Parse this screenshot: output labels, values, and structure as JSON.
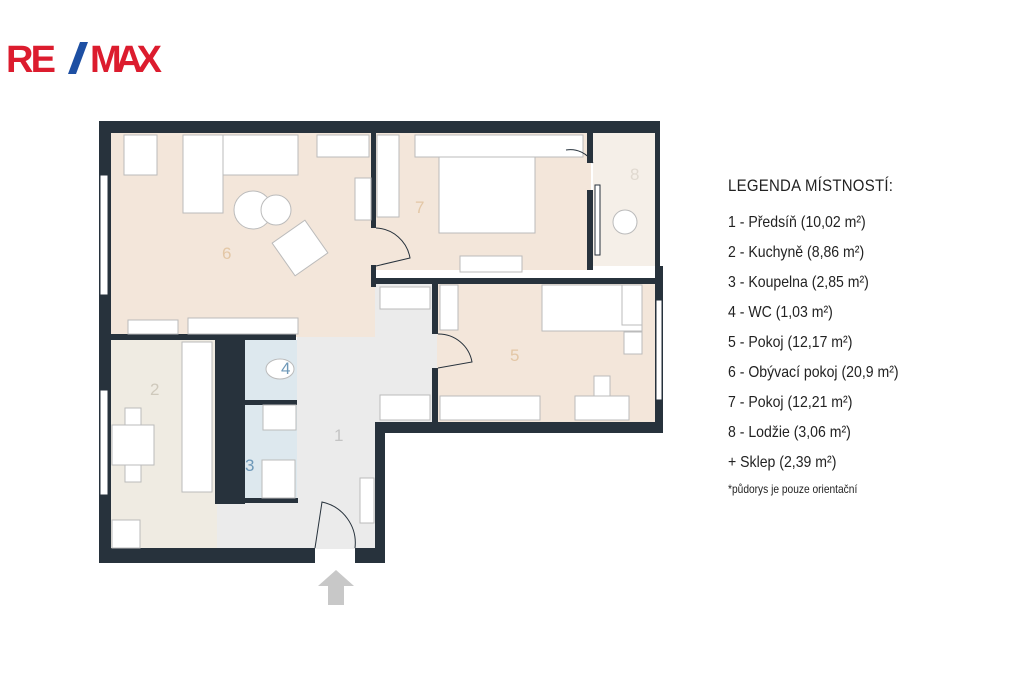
{
  "brand": {
    "logo_text": "RE/MAX",
    "colors": {
      "red": "#dc1c2e",
      "blue": "#1d4fa3"
    }
  },
  "legend": {
    "title": "LEGENDA MÍSTNOSTÍ:",
    "items": [
      "1 - Předsíň (10,02 m²)",
      "2 - Kuchyně (8,86 m²)",
      "3 - Koupelna (2,85 m²)",
      "4 - WC (1,03 m²)",
      "5 - Pokoj (12,17 m²)",
      "6 - Obývací pokoj (20,9 m²)",
      "7 - Pokoj (12,21 m²)",
      "8 - Lodžie (3,06 m²)",
      "+ Sklep (2,39 m²)"
    ],
    "note": "*půdorys je pouze orientační"
  },
  "plan": {
    "room_labels": {
      "r1": "1",
      "r2": "2",
      "r3": "3",
      "r4": "4",
      "r5": "5",
      "r6": "6",
      "r7": "7",
      "r8": "8"
    },
    "colors": {
      "wall": "#27323c",
      "living": "#f3e6da",
      "hall": "#ebebeb",
      "kitchen": "#efebe2",
      "bath": "#dde8ee",
      "loggia": "#f5efe8",
      "arrow": "#c8c8c8"
    }
  }
}
